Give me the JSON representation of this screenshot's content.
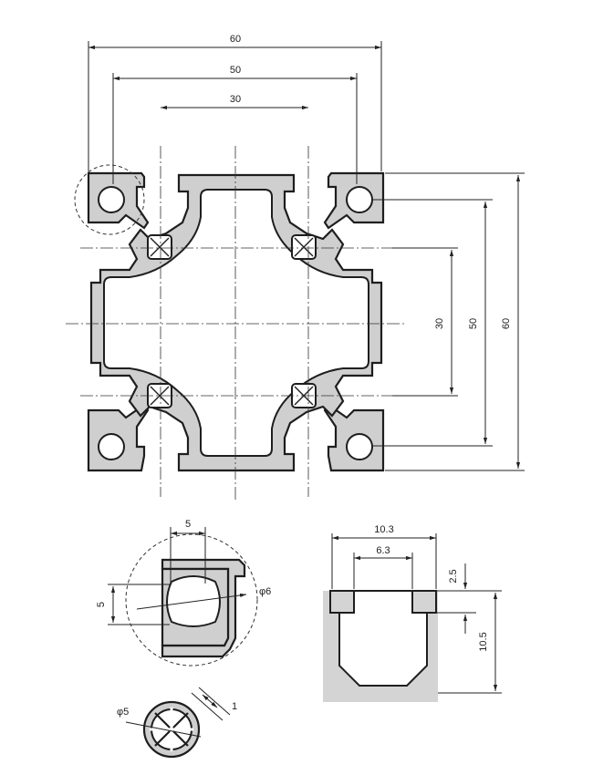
{
  "main_view": {
    "dim_top_60": "60",
    "dim_top_50": "50",
    "dim_top_30": "30",
    "dim_right_30": "30",
    "dim_right_50": "50",
    "dim_right_60": "60"
  },
  "detail_corner": {
    "dim_width": "5",
    "dim_height": "5",
    "dim_diameter": "φ6"
  },
  "detail_slot": {
    "dim_outer_width": "10.3",
    "dim_inner_width": "6.3",
    "dim_lip": "2.5",
    "dim_depth": "10.5"
  },
  "detail_core": {
    "dim_diameter": "φ5",
    "dim_web": "1"
  }
}
